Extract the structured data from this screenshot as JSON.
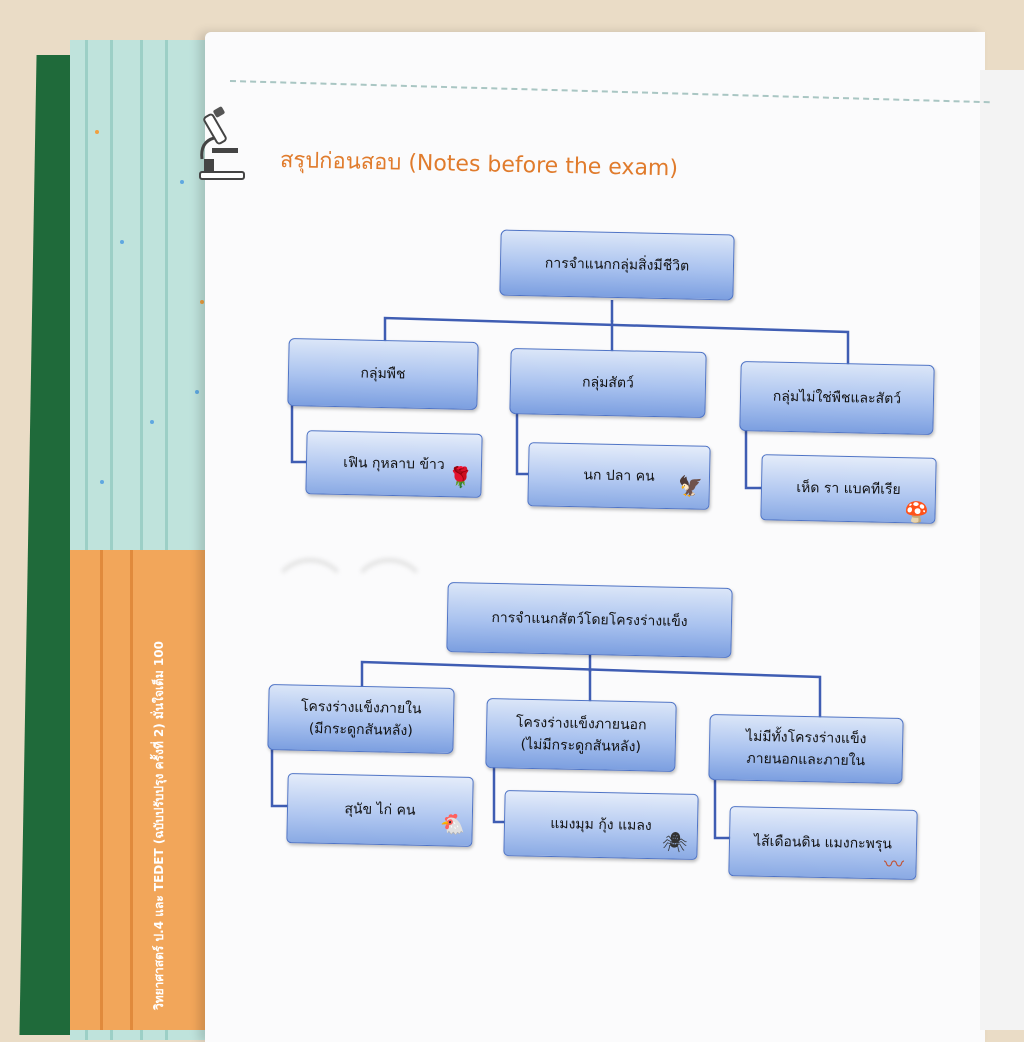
{
  "page": {
    "title": "สรุปก่อนสอบ (Notes before the exam)",
    "spine_text": "วิทยาศาสตร์ ป.4 และ TEDET (ฉบับปรับปรุง ครั้งที่ 2) มั่นใจเต็ม 100"
  },
  "diagram1": {
    "root": "การจำแนกกลุ่มสิ่งมีชีวิต",
    "groups": [
      {
        "label": "กลุ่มพืช",
        "example": "เฟิน กุหลาบ ข้าว",
        "icon": "rose-icon"
      },
      {
        "label": "กลุ่มสัตว์",
        "example": "นก ปลา คน",
        "icon": "hawk-icon"
      },
      {
        "label": "กลุ่มไม่ใช่พืชและสัตว์",
        "example": "เห็ด รา แบคทีเรีย",
        "icon": "mushroom-icon"
      }
    ]
  },
  "diagram2": {
    "root": "การจำแนกสัตว์โดยโครงร่างแข็ง",
    "groups": [
      {
        "line1": "โครงร่างแข็งภายใน",
        "line2": "(มีกระดูกสันหลัง)",
        "example": "สุนัข ไก่ คน",
        "icon": "chicken-icon"
      },
      {
        "line1": "โครงร่างแข็งภายนอก",
        "line2": "(ไม่มีกระดูกสันหลัง)",
        "example": "แมงมุม กุ้ง แมลง",
        "icon": "spider-icon"
      },
      {
        "line1": "ไม่มีทั้งโครงร่างแข็ง",
        "line2": "ภายนอกและภายใน",
        "example": "ไส้เดือนดิน แมงกะพรุน",
        "icon": "worm-icon"
      }
    ]
  }
}
